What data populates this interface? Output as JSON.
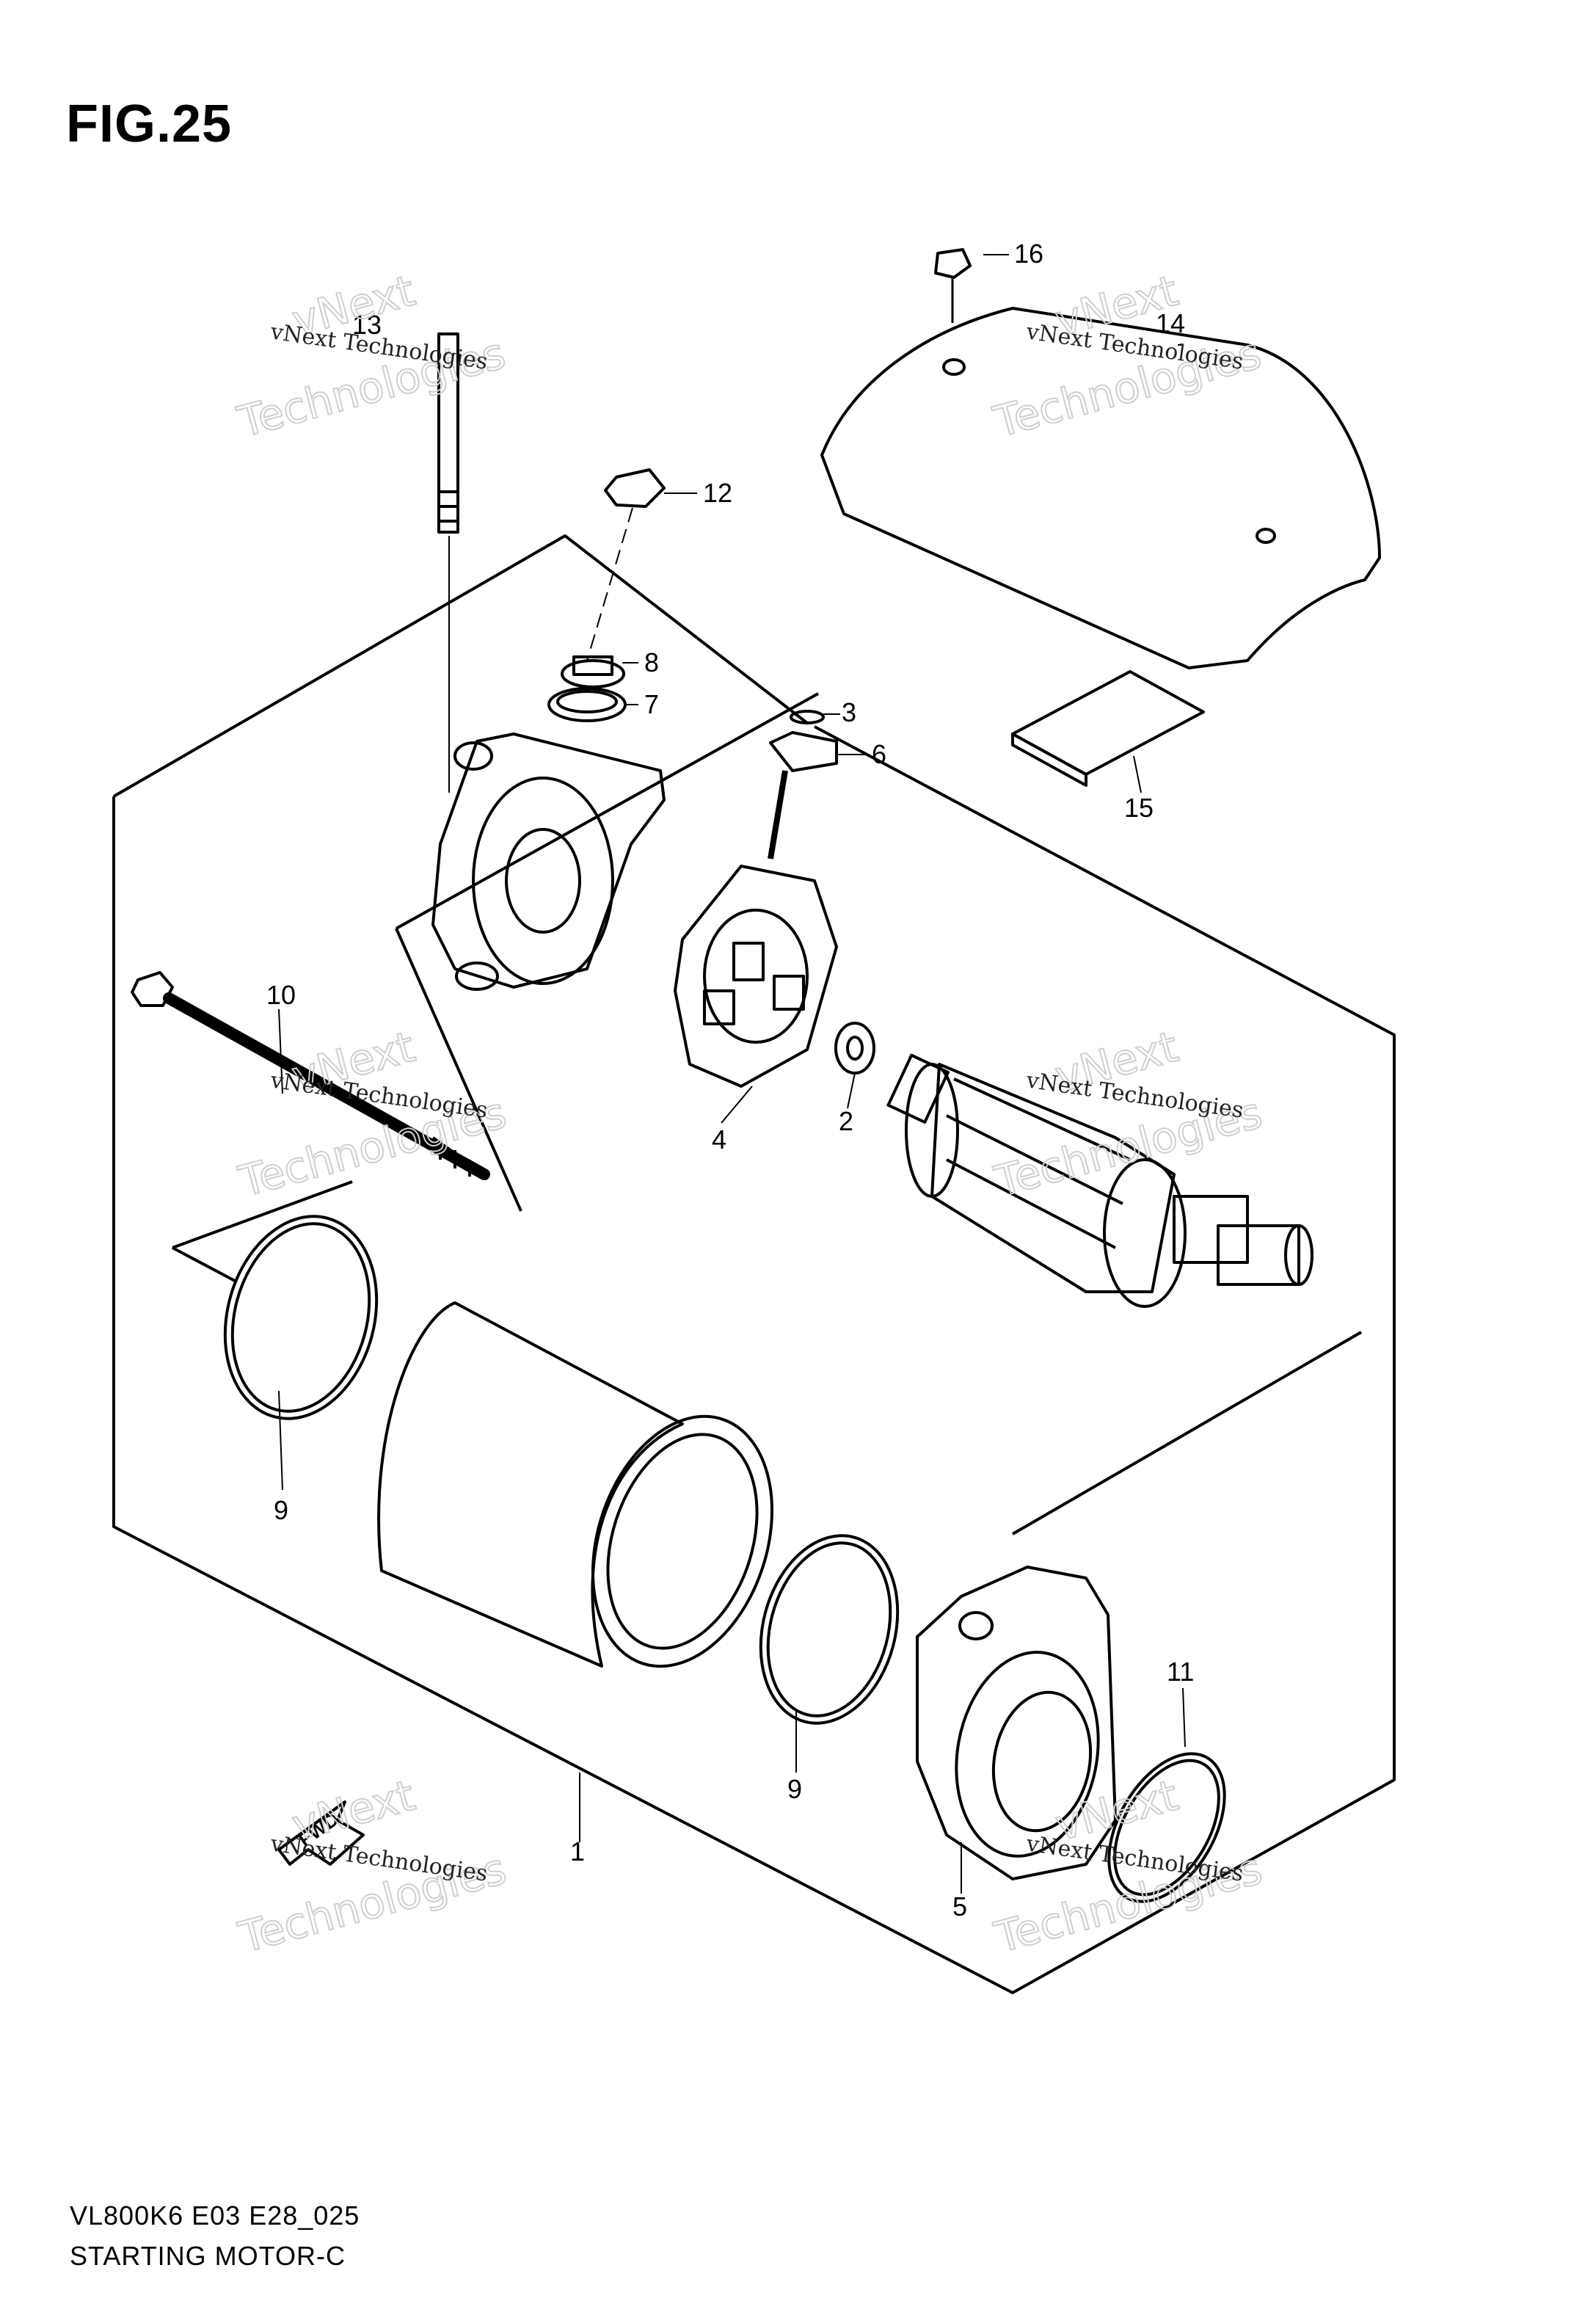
{
  "figure": {
    "title": "FIG.25"
  },
  "footer": {
    "code": "VL800K6 E03 E28_025",
    "name": "STARTING MOTOR-C"
  },
  "callouts": [
    "1",
    "2",
    "3",
    "4",
    "5",
    "6",
    "7",
    "8",
    "9",
    "9",
    "10",
    "11",
    "12",
    "13",
    "14",
    "15",
    "16"
  ],
  "watermark": {
    "line1": "vNext Technologies",
    "line2": "vNext",
    "line3": "Technologies"
  },
  "fwd_marker": "FWD",
  "parts": [
    "starting-motor-assembly",
    "washer",
    "o-ring",
    "brush-holder",
    "rear-housing",
    "terminal-kit",
    "o-ring",
    "nut",
    "o-ring",
    "o-ring",
    "housing-bolt",
    "o-ring",
    "nut",
    "bolt",
    "cover",
    "cushion",
    "bolt"
  ],
  "colors": {
    "line": "#000000",
    "background": "#ffffff",
    "watermark": "#cfcfcf"
  }
}
